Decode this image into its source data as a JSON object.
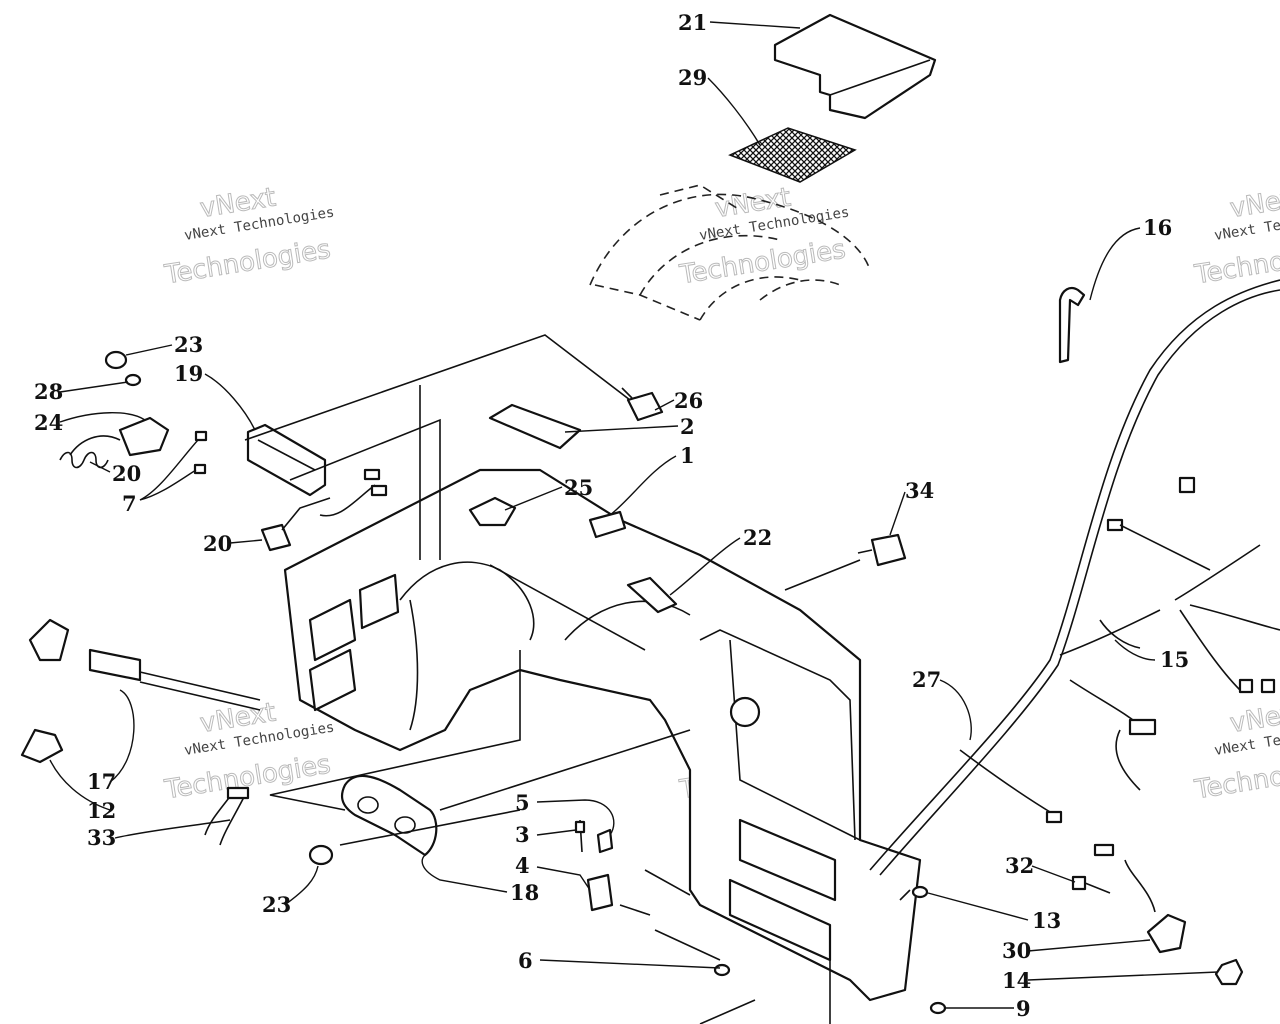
{
  "watermark": {
    "line1": "vNext Technologies",
    "line2": "Technologies",
    "line3": "vNext"
  },
  "callouts": [
    {
      "id": "c21",
      "label": "21"
    },
    {
      "id": "c29",
      "label": "29"
    },
    {
      "id": "c16",
      "label": "16"
    },
    {
      "id": "c23a",
      "label": "23"
    },
    {
      "id": "c19",
      "label": "19"
    },
    {
      "id": "c28",
      "label": "28"
    },
    {
      "id": "c24",
      "label": "24"
    },
    {
      "id": "c20a",
      "label": "20"
    },
    {
      "id": "c7",
      "label": "7"
    },
    {
      "id": "c20b",
      "label": "20"
    },
    {
      "id": "c26",
      "label": "26"
    },
    {
      "id": "c2",
      "label": "2"
    },
    {
      "id": "c1",
      "label": "1"
    },
    {
      "id": "c25",
      "label": "25"
    },
    {
      "id": "c34",
      "label": "34"
    },
    {
      "id": "c22",
      "label": "22"
    },
    {
      "id": "c15",
      "label": "15"
    },
    {
      "id": "c27",
      "label": "27"
    },
    {
      "id": "c17",
      "label": "17"
    },
    {
      "id": "c12",
      "label": "12"
    },
    {
      "id": "c33",
      "label": "33"
    },
    {
      "id": "c5",
      "label": "5"
    },
    {
      "id": "c3",
      "label": "3"
    },
    {
      "id": "c4",
      "label": "4"
    },
    {
      "id": "c18",
      "label": "18"
    },
    {
      "id": "c23b",
      "label": "23"
    },
    {
      "id": "c32",
      "label": "32"
    },
    {
      "id": "c13",
      "label": "13"
    },
    {
      "id": "c30",
      "label": "30"
    },
    {
      "id": "c14",
      "label": "14"
    },
    {
      "id": "c6",
      "label": "6"
    },
    {
      "id": "c9",
      "label": "9"
    }
  ]
}
